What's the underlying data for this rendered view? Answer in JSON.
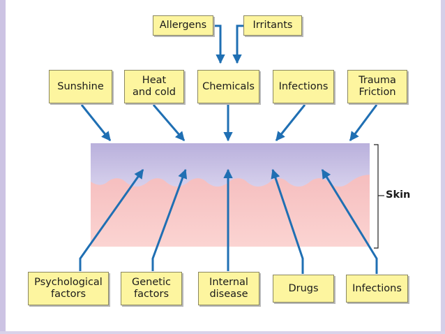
{
  "top_boxes": {
    "allergens": "Allergens",
    "irritants": "Irritants"
  },
  "middle_boxes": {
    "sunshine": "Sunshine",
    "heat_cold": "Heat\nand cold",
    "chemicals": "Chemicals",
    "infections": "Infections",
    "trauma": "Trauma\nFriction"
  },
  "bottom_boxes": {
    "psychological": "Psychological\nfactors",
    "genetic": "Genetic\nfactors",
    "internal": "Internal\ndisease",
    "drugs": "Drugs",
    "infections": "Infections"
  },
  "skin_label": "Skin",
  "colors": {
    "box_fill": "#fdf59f",
    "arrow": "#1f6fb3",
    "epidermis": "#c3bbe0",
    "dermis": "#f6c3c3"
  }
}
